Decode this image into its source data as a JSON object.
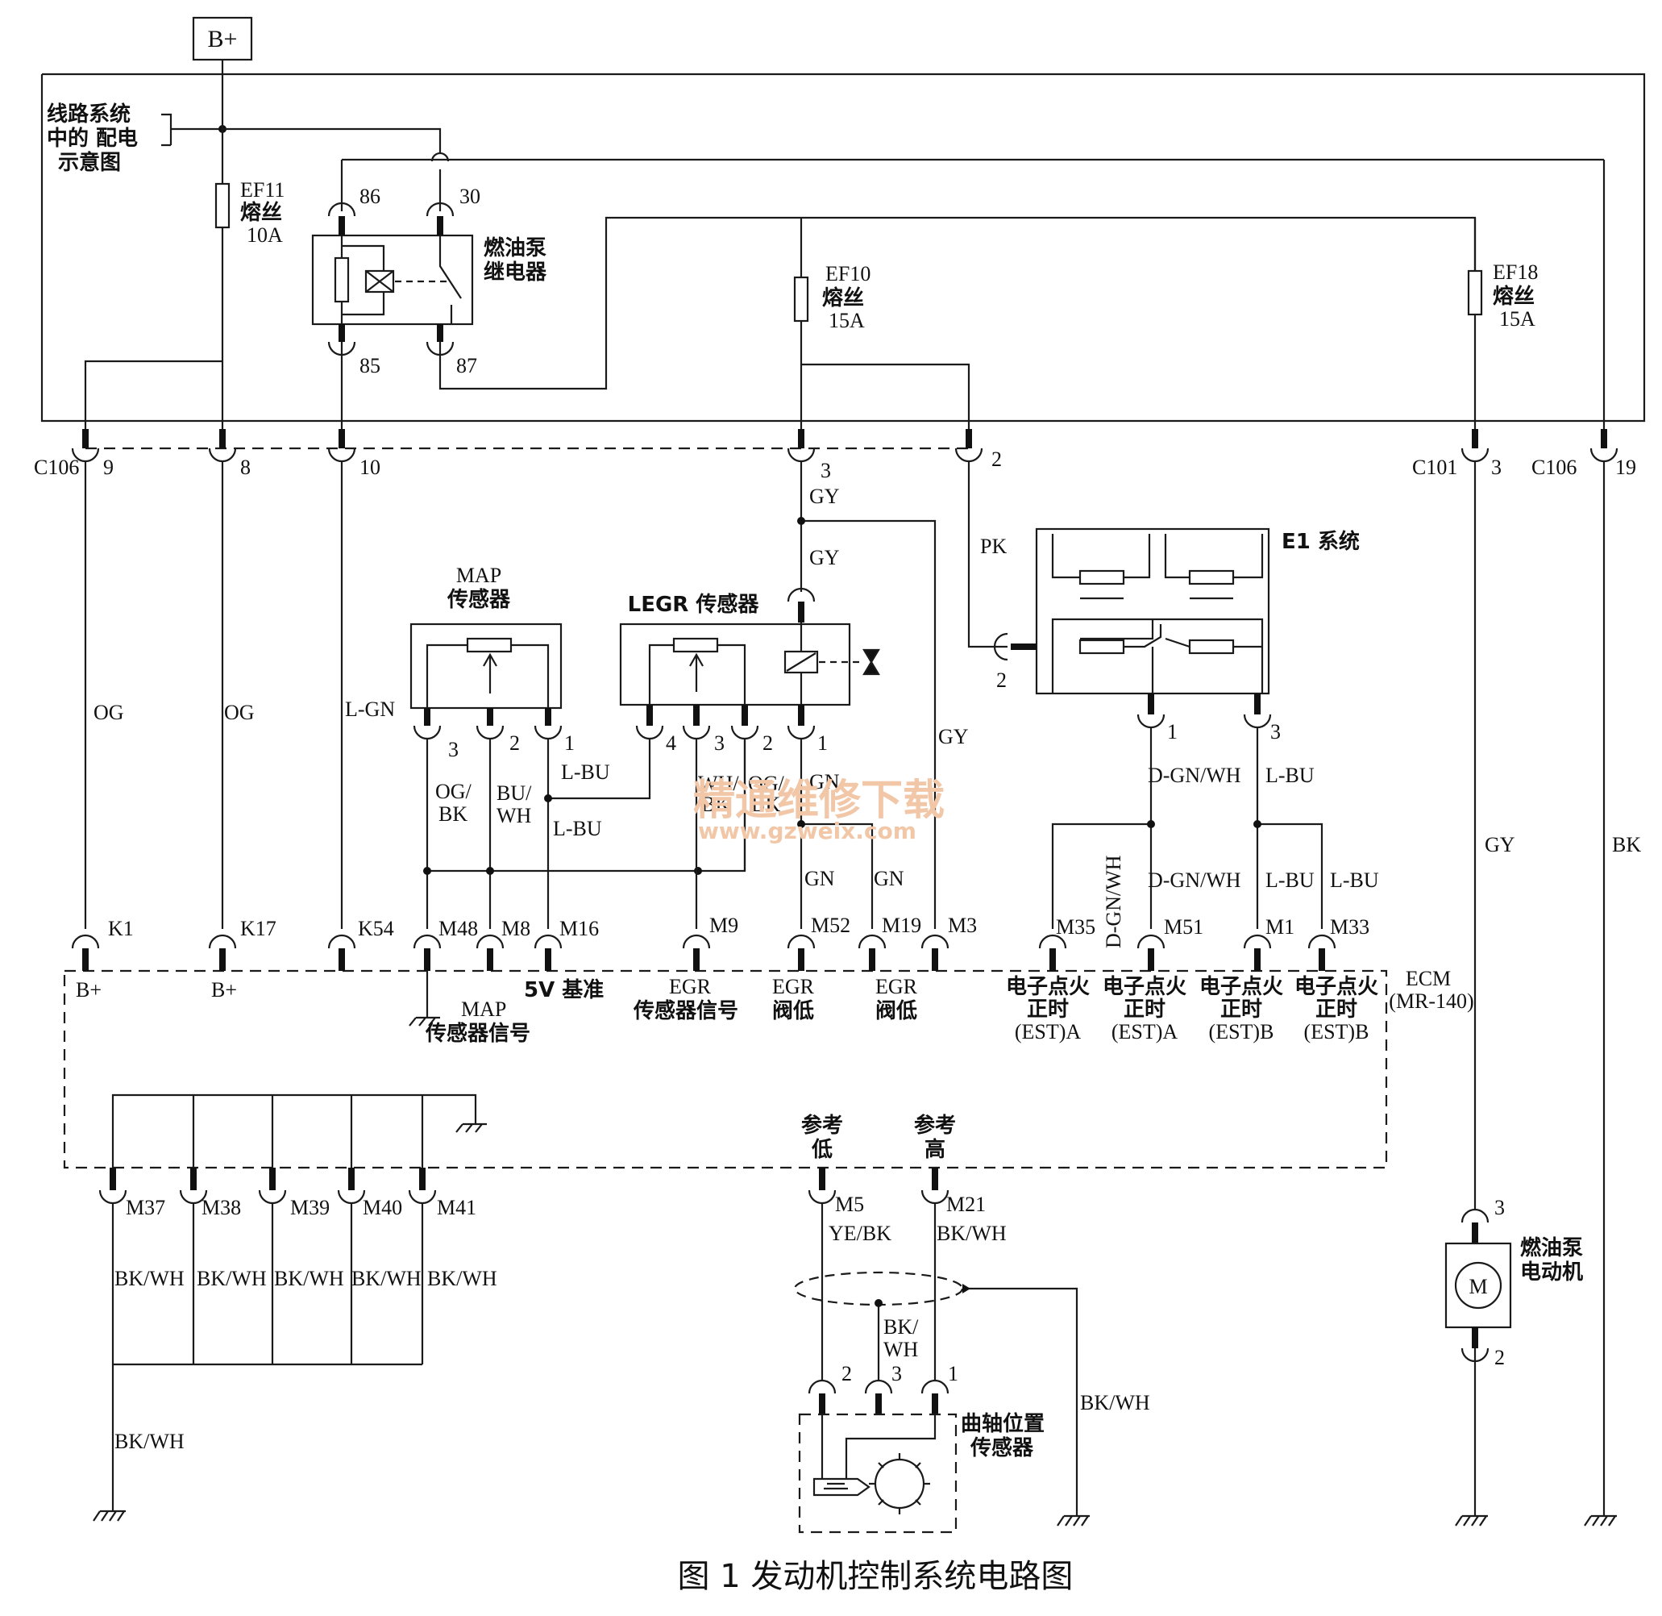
{
  "title": "图 1  发动机控制系统电路图",
  "watermark": {
    "line1": "精通维修下载",
    "line2": "www.gzweix.com"
  },
  "supply": {
    "label": "B+",
    "distribution_note": [
      "线路系统",
      "中的 配电",
      "示意图"
    ]
  },
  "fuses": {
    "ef11": {
      "name": "EF11",
      "word": "熔丝",
      "rating": "10A"
    },
    "ef10": {
      "name": "EF10",
      "word": "熔丝",
      "rating": "15A"
    },
    "ef18": {
      "name": "EF18",
      "word": "熔丝",
      "rating": "15A"
    }
  },
  "relay": {
    "name": [
      "燃油泵",
      "继电器"
    ],
    "pins": [
      "86",
      "30",
      "85",
      "87"
    ]
  },
  "connectors": {
    "c106_left": "C106",
    "c101": "C101",
    "c106_right": "C106",
    "pins": [
      "9",
      "8",
      "10",
      "3",
      "2",
      "3",
      "19"
    ]
  },
  "wires": {
    "og1": "OG",
    "og2": "OG",
    "lgn": "L-GN",
    "gy_top1": "GY",
    "gy_top2": "GY",
    "pk": "PK",
    "gy_right": "GY",
    "gy_c101": "GY",
    "bk_c106": "BK",
    "ogbk": [
      "OG/",
      "BK"
    ],
    "buwh": [
      "BU/",
      "WH"
    ],
    "lbu1": "L-BU",
    "lbu2": "L-BU",
    "whbk": [
      "WH/",
      "BK"
    ],
    "ogbk2": [
      "OG/",
      "BK"
    ],
    "gn1": "GN",
    "gn2": "GN",
    "gn3": "GN",
    "dgnwh1": "D-GN/WH",
    "lbu3": "L-BU",
    "dgnwh_v": "D-GN/WH",
    "dgnwh2": "D-GN/WH",
    "lbu4": "L-BU",
    "lbu5": "L-BU",
    "yebk": "YE/BK",
    "bkwh_m21": "BK/WH",
    "bkwh_shield": [
      "BK/",
      "WH"
    ],
    "bkwh_gnd": "BK/WH",
    "bkwh_grounds": [
      "BK/WH",
      "BK/WH",
      "BK/WH",
      "BK/WH",
      "BK/WH"
    ],
    "bkwh_common": "BK/WH"
  },
  "map_sensor": {
    "name": [
      "MAP",
      "传感器"
    ],
    "pins": [
      "3",
      "2",
      "1"
    ]
  },
  "legr_sensor": {
    "name": "LEGR 传感器",
    "pins": [
      "4",
      "3",
      "2",
      "1"
    ]
  },
  "e1": {
    "name": "E1 系统",
    "pins": [
      "2",
      "1",
      "3"
    ]
  },
  "ecm": {
    "name": [
      "ECM",
      "(MR-140)"
    ],
    "pins_top": [
      "K1",
      "K17",
      "K54",
      "M48",
      "M8",
      "M16",
      "M9",
      "M52",
      "M19",
      "M3",
      "M35",
      "M51",
      "M1",
      "M33"
    ],
    "pins_bottom": [
      "M37",
      "M38",
      "M39",
      "M40",
      "M41",
      "M5",
      "M21"
    ],
    "labels": {
      "bplus1": "B+",
      "bplus2": "B+",
      "v5": "5V 基准",
      "map_signal": [
        "MAP",
        "传感器信号"
      ],
      "egr_signal": [
        "EGR",
        "传感器信号"
      ],
      "egr_low1": [
        "EGR",
        "阀低"
      ],
      "egr_low2": [
        "EGR",
        "阀低"
      ],
      "est_a1": [
        "电子点火",
        "正时",
        "(EST)A"
      ],
      "est_a2": [
        "电子点火",
        "正时",
        "(EST)A"
      ],
      "est_b1": [
        "电子点火",
        "正时",
        "(EST)B"
      ],
      "est_b2": [
        "电子点火",
        "正时",
        "(EST)B"
      ],
      "ref_low": [
        "参考",
        "低"
      ],
      "ref_high": [
        "参考",
        "高"
      ]
    }
  },
  "crank_sensor": {
    "name": [
      "曲轴位置",
      "传感器"
    ],
    "pins": [
      "2",
      "3",
      "1"
    ]
  },
  "fuel_pump": {
    "name": [
      "燃油泵",
      "电动机"
    ],
    "symbol": "M",
    "pins": [
      "3",
      "2"
    ]
  }
}
